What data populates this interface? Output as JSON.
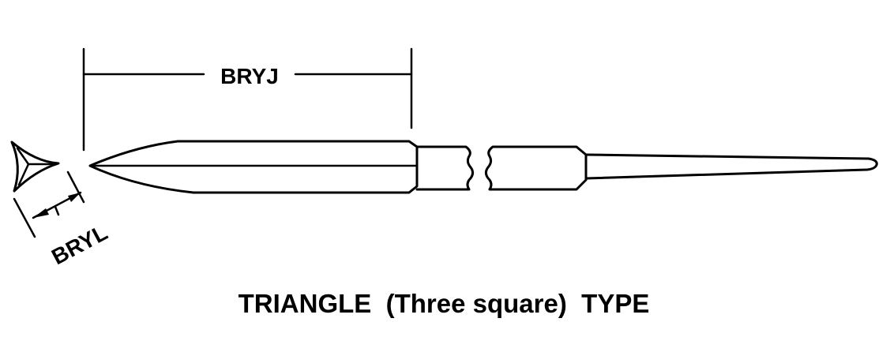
{
  "diagram": {
    "dimension_length_label": "BRYJ",
    "dimension_width_label": "BRYL",
    "caption": "TRIANGLE  (Three square)  TYPE",
    "colors": {
      "line": "#000000",
      "background": "#ffffff"
    }
  }
}
